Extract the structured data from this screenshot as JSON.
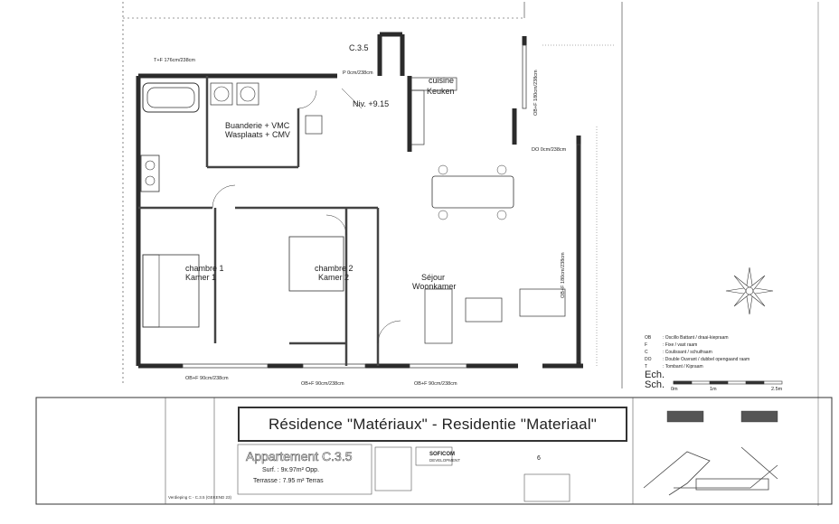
{
  "plan": {
    "room_labels": {
      "c35_top": "C.3.5",
      "niv": "Niv. +9.15",
      "cuisine": "cuisine",
      "keuken": "Keuken",
      "buanderie": "Buanderie + VMC",
      "wasplaats": "Wasplaats + CMV",
      "chambre1": "chambre 1",
      "kamer1": "Kamer 1",
      "chambre2": "chambre 2",
      "kamer2": "Kamer 2",
      "sejour": "Séjour",
      "woonkamer": "Woonkamer"
    },
    "dimension_notes": {
      "tf_top": "T+F   176cm/238cm",
      "p_top": "P   0cm/238cm",
      "ob_bottom_left": "OB+F 90cm/238cm",
      "ob_bottom_mid": "OB+F 90cm/238cm",
      "ob_bottom_right": "OB+F 90cm/238cm",
      "do_right": "DO   0cm/238cm",
      "ob_vertical_right": "OB+F 180cm/238cm",
      "ob_vertical_upper": "OB+F 180cm/238cm"
    },
    "legend": [
      {
        "code": "OB",
        "text": ": Oscillo Battant / draai-kiepraam"
      },
      {
        "code": "F",
        "text": ": Fixe / vast raam"
      },
      {
        "code": "C",
        "text": ": Coulissant / schuifraam"
      },
      {
        "code": "DO",
        "text": ": Double Ouvrant / dubbel opengaand raam"
      },
      {
        "code": "T",
        "text": ": Tombant / Kipraam"
      }
    ],
    "scale": {
      "ech": "Ech.",
      "sch": "Sch.",
      "ticks": [
        "0m",
        "1m",
        "2.5m"
      ]
    }
  },
  "title_block": {
    "residence_title": "Résidence \"Matériaux\" - Residentie \"Materiaal\"",
    "apartment": "Appartement C.3.5",
    "surf": "Surf. : 9x.97m²  Opp.",
    "terrasse": "Terrasse : 7.95 m²  Terras",
    "sofi_brand": "SOFICOM",
    "sofi_sub": "DEVELOPMENT",
    "page_num": "6",
    "bottom_ref": "Verdieping C - C.3.5 (GEKEND 23)"
  },
  "colors": {
    "wall": "#3a3a3a",
    "line": "#555555",
    "paper": "#ffffff"
  }
}
